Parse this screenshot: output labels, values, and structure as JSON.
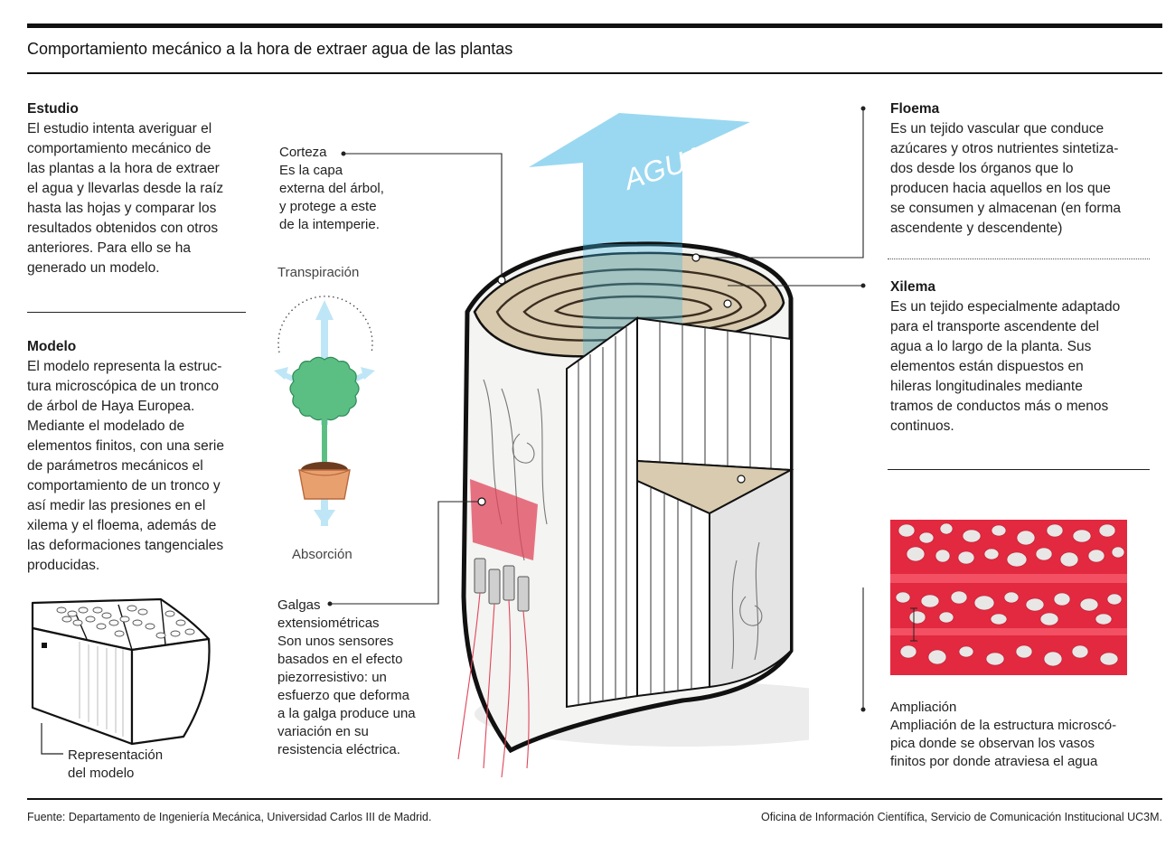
{
  "title": "Comportamiento mecánico a la hora de extraer agua de las plantas",
  "estudio": {
    "heading": "Estudio",
    "lines": [
      "El estudio intenta averiguar el",
      "comportamiento mecánico de",
      "las plantas a la hora de extraer",
      "el agua y llevarlas desde la raíz",
      "hasta las hojas y comparar los",
      "resultados obtenidos con otros",
      "anteriores. Para ello se ha",
      "generado un modelo."
    ]
  },
  "modelo": {
    "heading": "Modelo",
    "lines": [
      "El modelo representa la estruc-",
      "tura microscópica de un tronco",
      "de árbol de Haya Europea.",
      "Mediante el modelado de",
      "elementos finitos, con una serie",
      "de parámetros mecánicos el",
      "comportamiento de un tronco y",
      "así medir las presiones en el",
      "xilema y el floema, además de",
      "las deformaciones tangenciales",
      "producidas."
    ]
  },
  "representacion": {
    "lines": [
      "Representación",
      "del modelo"
    ]
  },
  "corteza": {
    "heading": "Corteza",
    "lines": [
      "Es la capa",
      "externa del árbol,",
      "y protege a este",
      "de la intemperie."
    ]
  },
  "plant": {
    "top_label": "Transpiración",
    "bottom_label": "Absorción"
  },
  "galgas": {
    "heading_lines": [
      "Galgas",
      "extensiométricas"
    ],
    "lines": [
      "Son unos sensores",
      "basados en el efecto",
      "piezorresistivo: un",
      "esfuerzo que deforma",
      "a la galga produce una",
      "variación en su",
      "resistencia eléctrica."
    ]
  },
  "arrow_label": "AGUA",
  "floema": {
    "heading": "Floema",
    "lines": [
      "Es un tejido vascular que conduce",
      "azúcares y otros nutrientes sintetiza-",
      "dos desde los órganos que lo",
      "producen hacia aquellos en los que",
      "se consumen y almacenan (en forma",
      "ascendente y descendente)"
    ]
  },
  "xilema": {
    "heading": "Xilema",
    "lines": [
      "Es un tejido especialmente adaptado",
      "para el transporte ascendente del",
      "agua a lo largo de la planta. Sus",
      "elementos están dispuestos en",
      "hileras longitudinales mediante",
      "tramos de conductos más o menos",
      "continuos."
    ]
  },
  "ampliacion": {
    "heading": "Ampliación",
    "lines": [
      "Ampliación de la estructura microscó-",
      "pica donde se observan los vasos",
      "finitos por donde atraviesa el agua"
    ]
  },
  "footer": {
    "left": "Fuente: Departamento de Ingeniería Mecánica, Universidad Carlos III de Madrid.",
    "right": "Oficina de Información Científica, Servicio de Comunicación Institucional UC3M."
  },
  "colors": {
    "water": "#3fb6e3",
    "sensor": "#e0455a",
    "leaf": "#5bbf84",
    "pot": "#e9a06f",
    "micro_bg": "#e2293f",
    "wood": "#d9cbb0"
  }
}
